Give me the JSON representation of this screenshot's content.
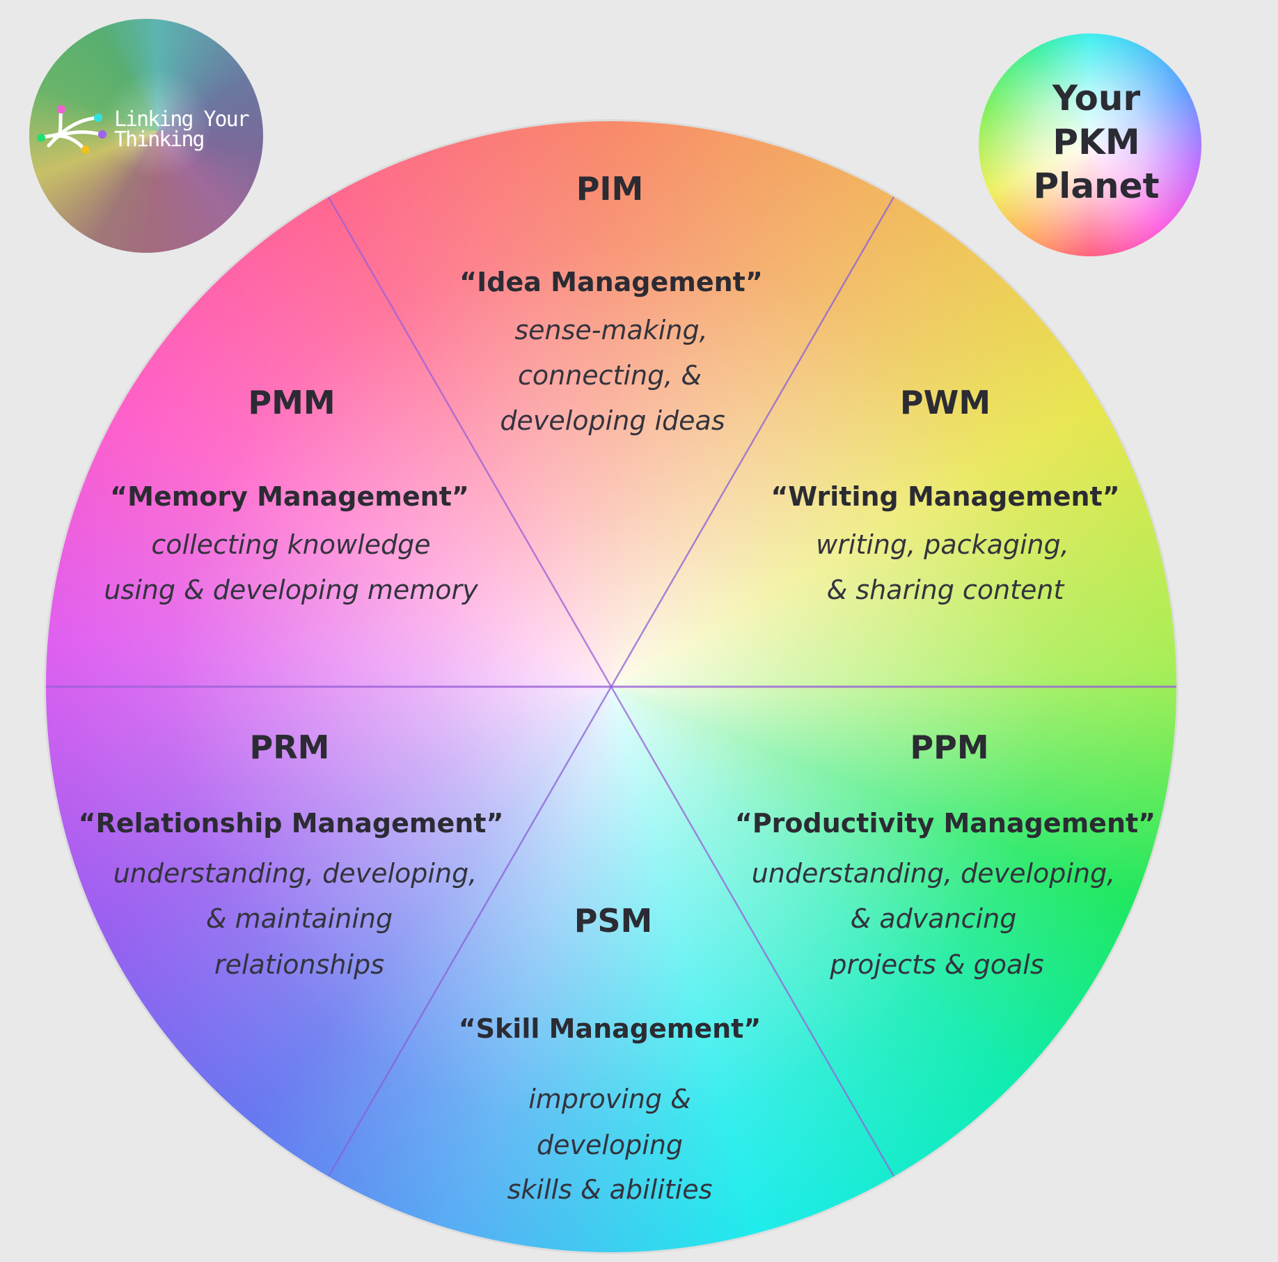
{
  "logo": {
    "text_line1": "Linking Your",
    "text_line2": "Thinking"
  },
  "planet": {
    "line1": "Your",
    "line2": "PKM",
    "line3": "Planet"
  },
  "segments": {
    "pim": {
      "abbr": "PIM",
      "name": "“Idea Management”",
      "lines": [
        "sense-making,",
        "connecting, &",
        "developing ideas"
      ]
    },
    "pmm": {
      "abbr": "PMM",
      "name": "“Memory Management”",
      "lines": [
        "collecting knowledge",
        "using & developing memory"
      ]
    },
    "pwm": {
      "abbr": "PWM",
      "name": "“Writing Management”",
      "lines": [
        "writing, packaging,",
        "& sharing content"
      ]
    },
    "prm": {
      "abbr": "PRM",
      "name": "“Relationship Management”",
      "lines": [
        "understanding, developing,",
        "& maintaining",
        "relationships"
      ]
    },
    "ppm": {
      "abbr": "PPM",
      "name": "“Productivity Management”",
      "lines": [
        "understanding, developing,",
        "& advancing",
        "projects & goals"
      ]
    },
    "psm": {
      "abbr": "PSM",
      "name": "“Skill Management”",
      "lines": [
        "improving &",
        "developing",
        "skills & abilities"
      ]
    }
  }
}
